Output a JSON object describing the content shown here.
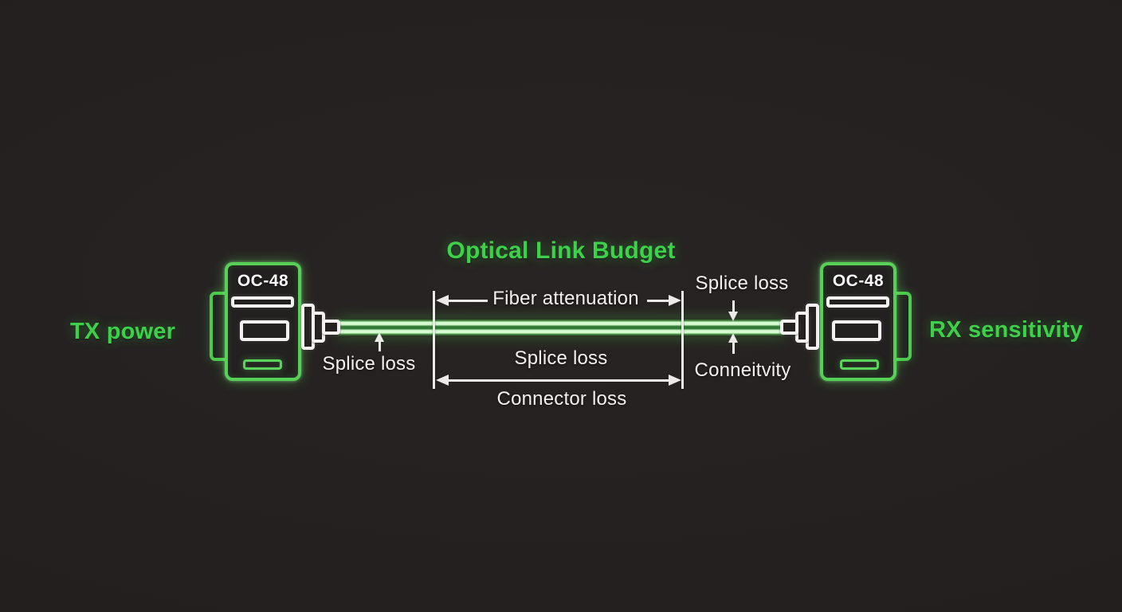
{
  "title": "Optical Link Budget",
  "colors": {
    "background": "#242020",
    "neon_green": "#57d057",
    "label_green": "#3ed04b",
    "annotation_white": "#f3f1ef",
    "fiber_core_light": "#d8fbd2",
    "fiber_core_mid": "#2f7a33"
  },
  "devices": {
    "left": {
      "label": "OC-48"
    },
    "right": {
      "label": "OC-48"
    }
  },
  "endpoints": {
    "tx_label": "TX power",
    "rx_label": "RX sensitivity"
  },
  "annotations": {
    "fiber_attenuation": "Fiber attenuation",
    "splice_loss_left": "Splice loss",
    "splice_loss_span": "Splice loss",
    "splice_loss_right": "Splice loss",
    "connector_loss": "Connector loss",
    "connectivity": "Conneitvity"
  }
}
